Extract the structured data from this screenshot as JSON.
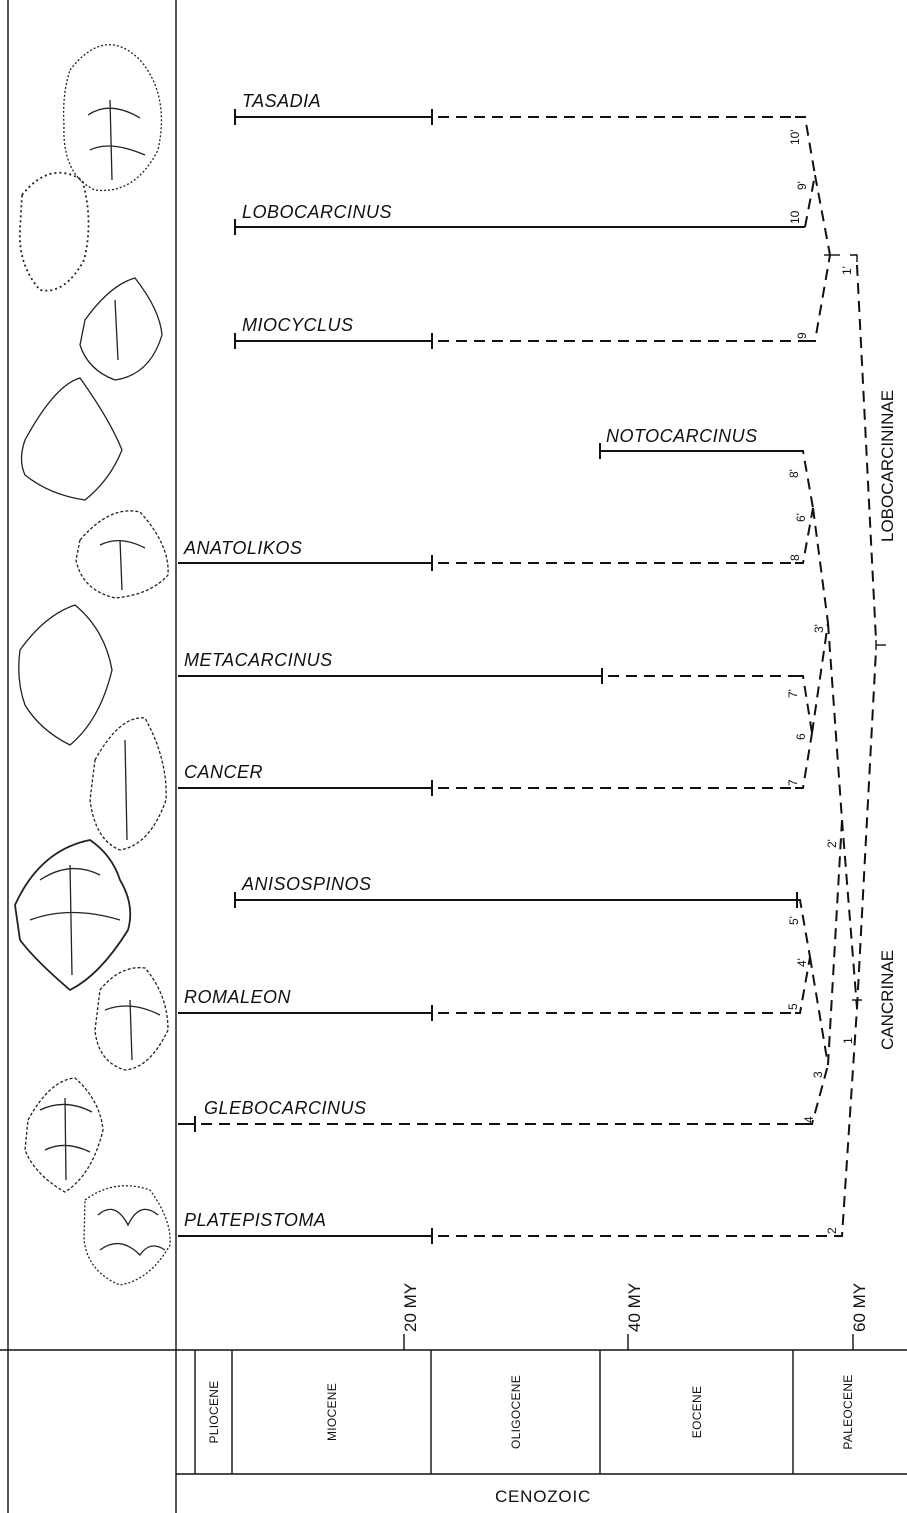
{
  "genera": [
    "TASADIA",
    "LOBOCARCINUS",
    "MIOCYCLUS",
    "NOTOCARCINUS",
    "ANATOLIKOS",
    "METACARCINUS",
    "CANCER",
    "ANISOSPINOS",
    "ROMALEON",
    "GLEBOCARCINUS",
    "PLATEPISTOMA"
  ],
  "nodes": [
    "10'",
    "9'",
    "10",
    "1'",
    "9",
    "8'",
    "6'",
    "8",
    "3'",
    "7'",
    "6",
    "7",
    "2'",
    "5'",
    "4'",
    "5",
    "1",
    "3",
    "4",
    "2"
  ],
  "subfamilies": {
    "lobocarcininae": "LOBOCARCININAE",
    "cancrinae": "CANCRINAE"
  },
  "time_scale": [
    "20 MY",
    "40 MY",
    "60 MY"
  ],
  "epochs": [
    "PLIOCENE",
    "MIOCENE",
    "OLIGOCENE",
    "EOCENE",
    "PALEOCENE"
  ],
  "era": "CENOZOIC"
}
